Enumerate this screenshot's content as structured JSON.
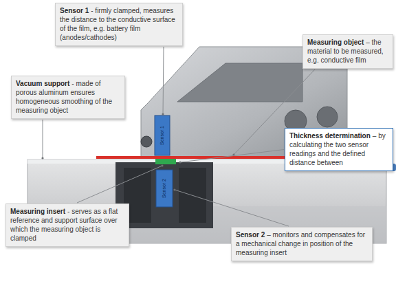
{
  "diagram": {
    "nodes": [
      {
        "text": [
          "Sensor 1",
          "- firmly clamped, measures the distance to the conductive surface of the film, e.g. battery film (anodes/cathodes)"
        ]
      },
      {
        "text": [
          "Measuring object",
          "– the material to be measured, e.g. conductive film"
        ]
      },
      {
        "text": [
          "Vacuum support",
          "- made of porous aluminum ensures homogeneous smoothing of the measuring object"
        ]
      },
      {
        "text": [
          "Thickness determination",
          "– by calculating the two sensor readings and the defined distance between"
        ]
      },
      {
        "text": [
          "Measuring insert",
          "- serves as a flat reference and support surface over which the measuring object is clamped"
        ]
      },
      {
        "text": [
          "Sensor 2",
          "– monitors and compensates for a mechanical change in position of the measuring insert"
        ]
      }
    ],
    "labels": [
      "Sensor 1",
      "Sensor 2"
    ]
  }
}
